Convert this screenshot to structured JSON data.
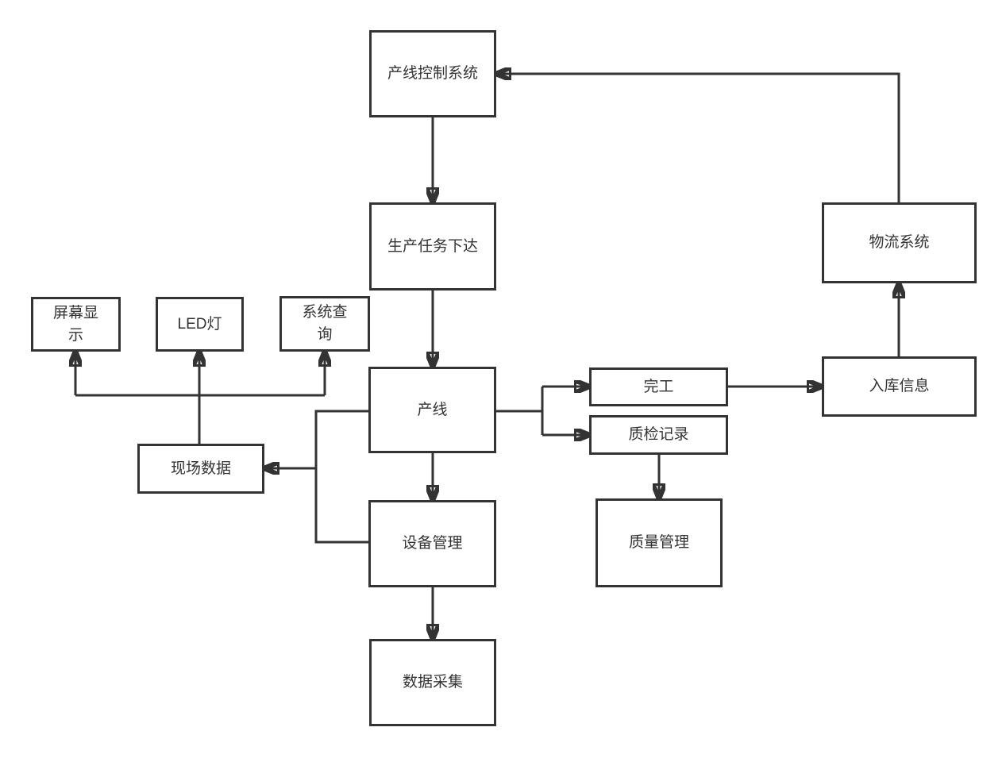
{
  "diagram": {
    "colors": {
      "stroke": "#333333",
      "text": "#333333",
      "background": "#ffffff"
    },
    "nodes": [
      {
        "id": "line-control-system",
        "label": "产线控制系统"
      },
      {
        "id": "task-issue",
        "label": "生产任务下达"
      },
      {
        "id": "screen-display",
        "label": "屏幕显示"
      },
      {
        "id": "led-light",
        "label": "LED灯"
      },
      {
        "id": "system-query",
        "label": "系统查询"
      },
      {
        "id": "production-line",
        "label": "产线"
      },
      {
        "id": "field-data",
        "label": "现场数据"
      },
      {
        "id": "equipment-management",
        "label": "设备管理"
      },
      {
        "id": "data-collection",
        "label": "数据采集"
      },
      {
        "id": "finish",
        "label": "完工"
      },
      {
        "id": "qc-record",
        "label": "质检记录"
      },
      {
        "id": "quality-management",
        "label": "质量管理"
      },
      {
        "id": "warehouse-info",
        "label": "入库信息"
      },
      {
        "id": "logistics-system",
        "label": "物流系统"
      }
    ],
    "edges": [
      {
        "from": "logistics-system",
        "to": "line-control-system",
        "arrow": true
      },
      {
        "from": "line-control-system",
        "to": "task-issue",
        "arrow": true
      },
      {
        "from": "task-issue",
        "to": "production-line",
        "arrow": true
      },
      {
        "from": "production-line",
        "to": "finish",
        "arrow": true
      },
      {
        "from": "production-line",
        "to": "qc-record",
        "arrow": true
      },
      {
        "from": "finish",
        "to": "warehouse-info",
        "arrow": true
      },
      {
        "from": "warehouse-info",
        "to": "logistics-system",
        "arrow": true
      },
      {
        "from": "qc-record",
        "to": "quality-management",
        "arrow": true
      },
      {
        "from": "production-line",
        "to": "equipment-management",
        "arrow": true
      },
      {
        "from": "equipment-management",
        "to": "data-collection",
        "arrow": true
      },
      {
        "from": "production-line",
        "to": "field-data",
        "arrow": true
      },
      {
        "from": "production-line",
        "to": "equipment-management",
        "arrow": false,
        "note": "left elbow loop"
      },
      {
        "from": "field-data",
        "to": "screen-display",
        "arrow": true
      },
      {
        "from": "field-data",
        "to": "led-light",
        "arrow": true
      },
      {
        "from": "field-data",
        "to": "system-query",
        "arrow": true
      }
    ]
  }
}
